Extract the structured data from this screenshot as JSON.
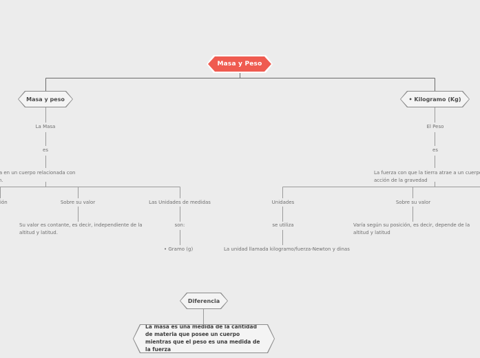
{
  "diagram": {
    "type": "mind-map",
    "background_color": "#ececec",
    "accent_color": "#ef5b50",
    "node_fill": "#f4f4f4",
    "node_border": "#8b8b8b",
    "connector_color": "#9a9a9a",
    "text_color": "#6e6e6e"
  },
  "root": {
    "label": "Masa y Peso"
  },
  "branches": {
    "left": {
      "node_label": "Masa y peso",
      "topic": "La Masa",
      "relation": "es",
      "definition": "teria contenida en un cuerpo relacionada con\nad de volumen.",
      "children": [
        {
          "label": "ión",
          "detail": ""
        },
        {
          "label": "Sobre su valor",
          "detail": "Su valor es contante, es decir, independiente de la\naltitud y latitud."
        },
        {
          "label": "Las Unidades de medidas",
          "relation": "son:",
          "detail": "• Gramo (g)"
        }
      ]
    },
    "right": {
      "node_label": "• Kilogramo (Kg)",
      "topic": "El Peso",
      "relation": "es",
      "definition": "La fuerza con que la tierra atrae a un cuerpo, p\nacción de la gravedad",
      "children": [
        {
          "label": "Unidades",
          "relation": "se utiliza",
          "detail": "La unidad llamada kilogramo/fuerza-Newton y dinas"
        },
        {
          "label": "Sobre su valor",
          "detail": "Varía según su posición, es decir, depende de la\naltitud y latitud"
        }
      ]
    }
  },
  "difference": {
    "node_label": "Diferencia",
    "conclusion": "La masa es una medida de la cantidad\nde materia que posee un cuerpo mientras\nque el peso es una medida de la fuerza"
  }
}
